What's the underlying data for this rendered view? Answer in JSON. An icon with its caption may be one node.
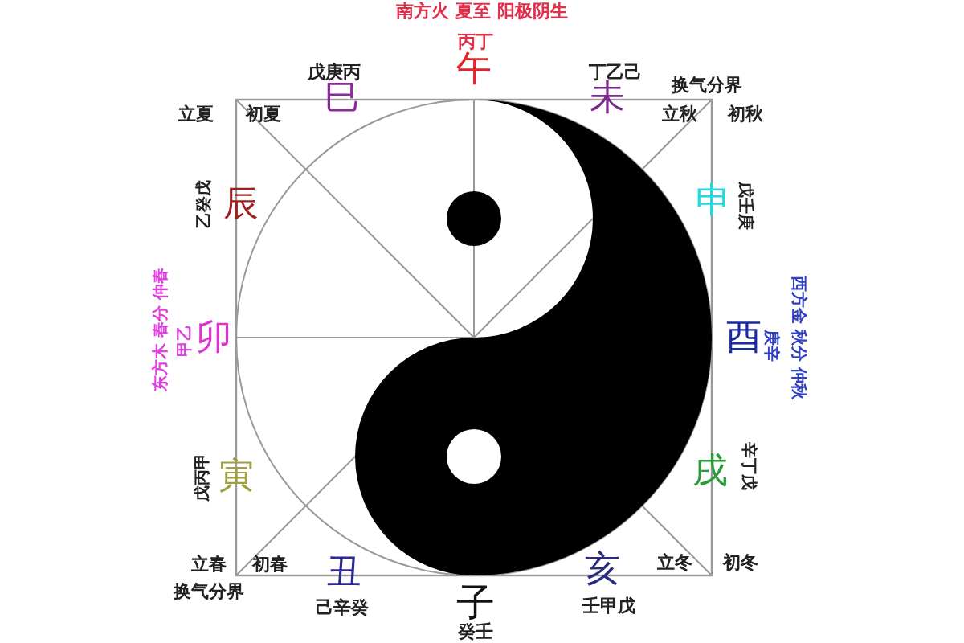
{
  "diagram": {
    "labels": [
      "南方火 夏至 阳极阴生",
      "丙丁",
      "戊庚丙",
      "午",
      "丁乙己",
      "换气分界",
      "巳",
      "未",
      "立夏",
      "初夏",
      "立秋",
      "初秋",
      "乙癸戊",
      "辰",
      "申",
      "戊壬庚",
      "东方木 春分 仲春",
      "甲乙",
      "卯",
      "酉",
      "庚辛",
      "西方金 秋分 仲秋",
      "戊丙甲",
      "寅",
      "戌",
      "辛丁戊",
      "立春",
      "初春",
      "立冬",
      "初冬",
      "丑",
      "亥",
      "换气分界",
      "己辛癸",
      "子",
      "壬甲戊",
      "癸壬"
    ]
  }
}
